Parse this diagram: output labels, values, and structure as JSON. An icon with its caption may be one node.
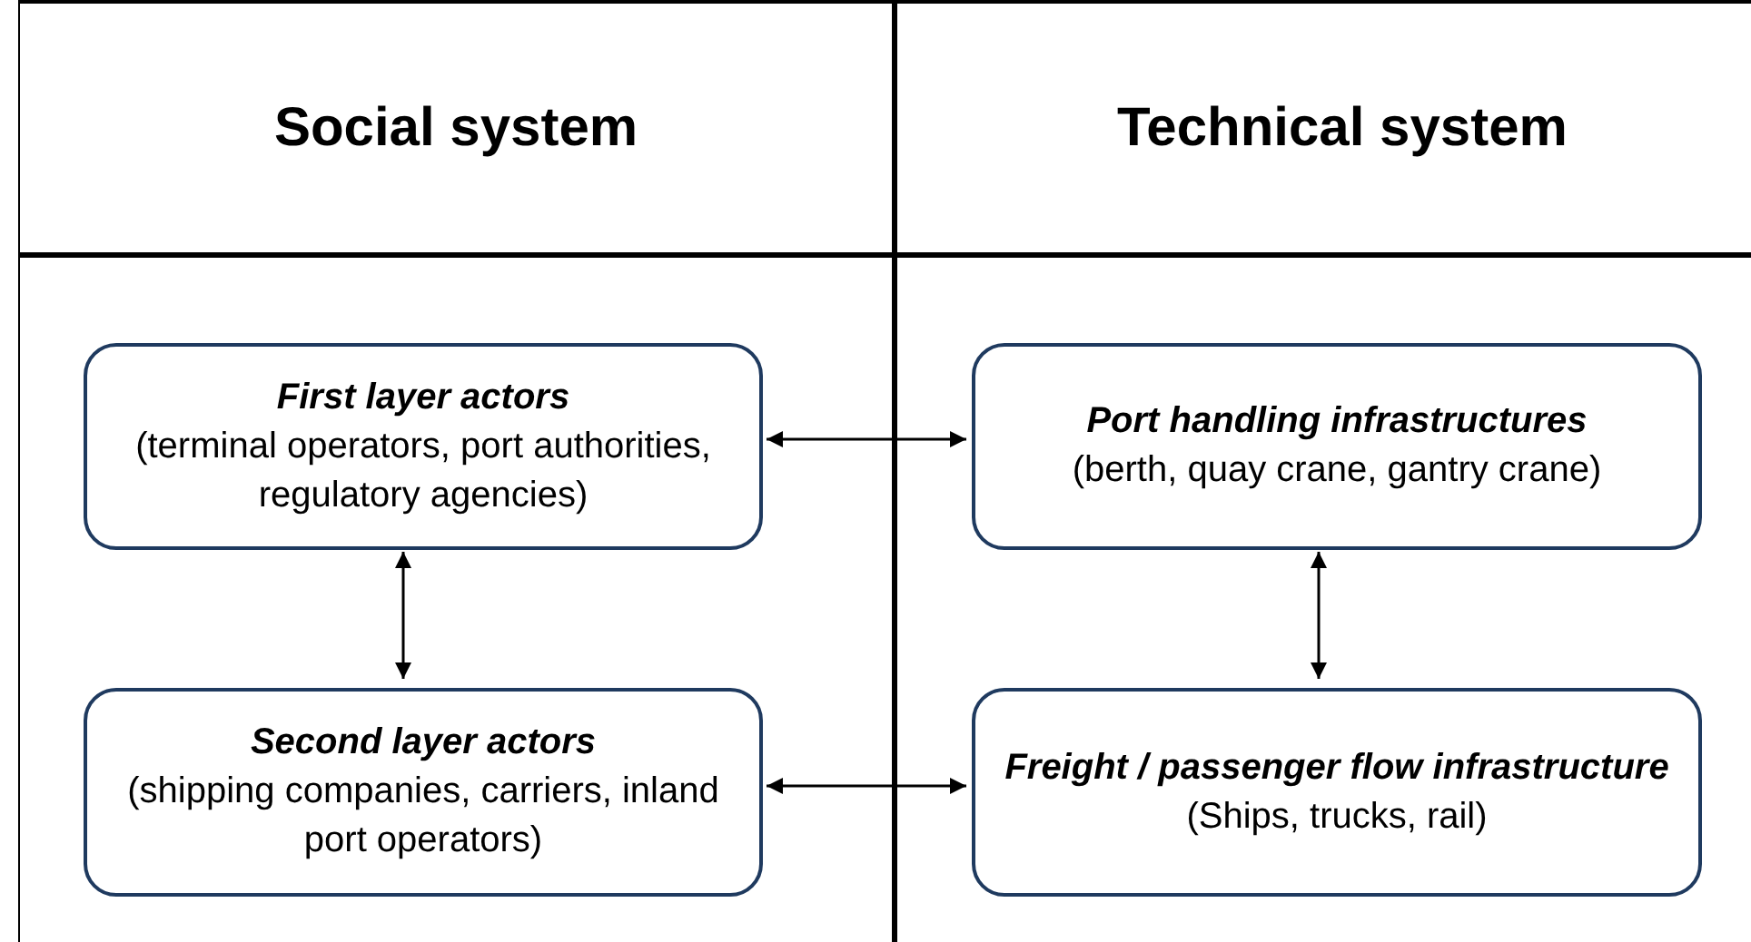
{
  "diagram": {
    "nodes": [
      {
        "text": [
          "Social system"
        ]
      },
      {
        "text": [
          "First layer actors",
          "(terminal operators, port authorities, regulatory agencies)"
        ],
        "in": 0
      },
      {
        "text": [
          "Second layer actors",
          "(shipping companies, carriers, inland port operators)"
        ],
        "in": 0
      },
      {
        "text": [
          "Technical system"
        ]
      },
      {
        "text": [
          "Port handling infrastructures",
          "(berth, quay crane, gantry crane)"
        ],
        "in": 3
      },
      {
        "text": [
          "Freight / passenger flow infrastructure",
          "(Ships, trucks, rail)"
        ],
        "in": 3
      }
    ],
    "edges": [
      {
        "from": 1,
        "to": 4,
        "arrow": "both"
      },
      {
        "from": 1,
        "to": 2,
        "arrow": "both"
      },
      {
        "from": 4,
        "to": 5,
        "arrow": "both"
      },
      {
        "from": 2,
        "to": 5,
        "arrow": "both"
      }
    ]
  }
}
